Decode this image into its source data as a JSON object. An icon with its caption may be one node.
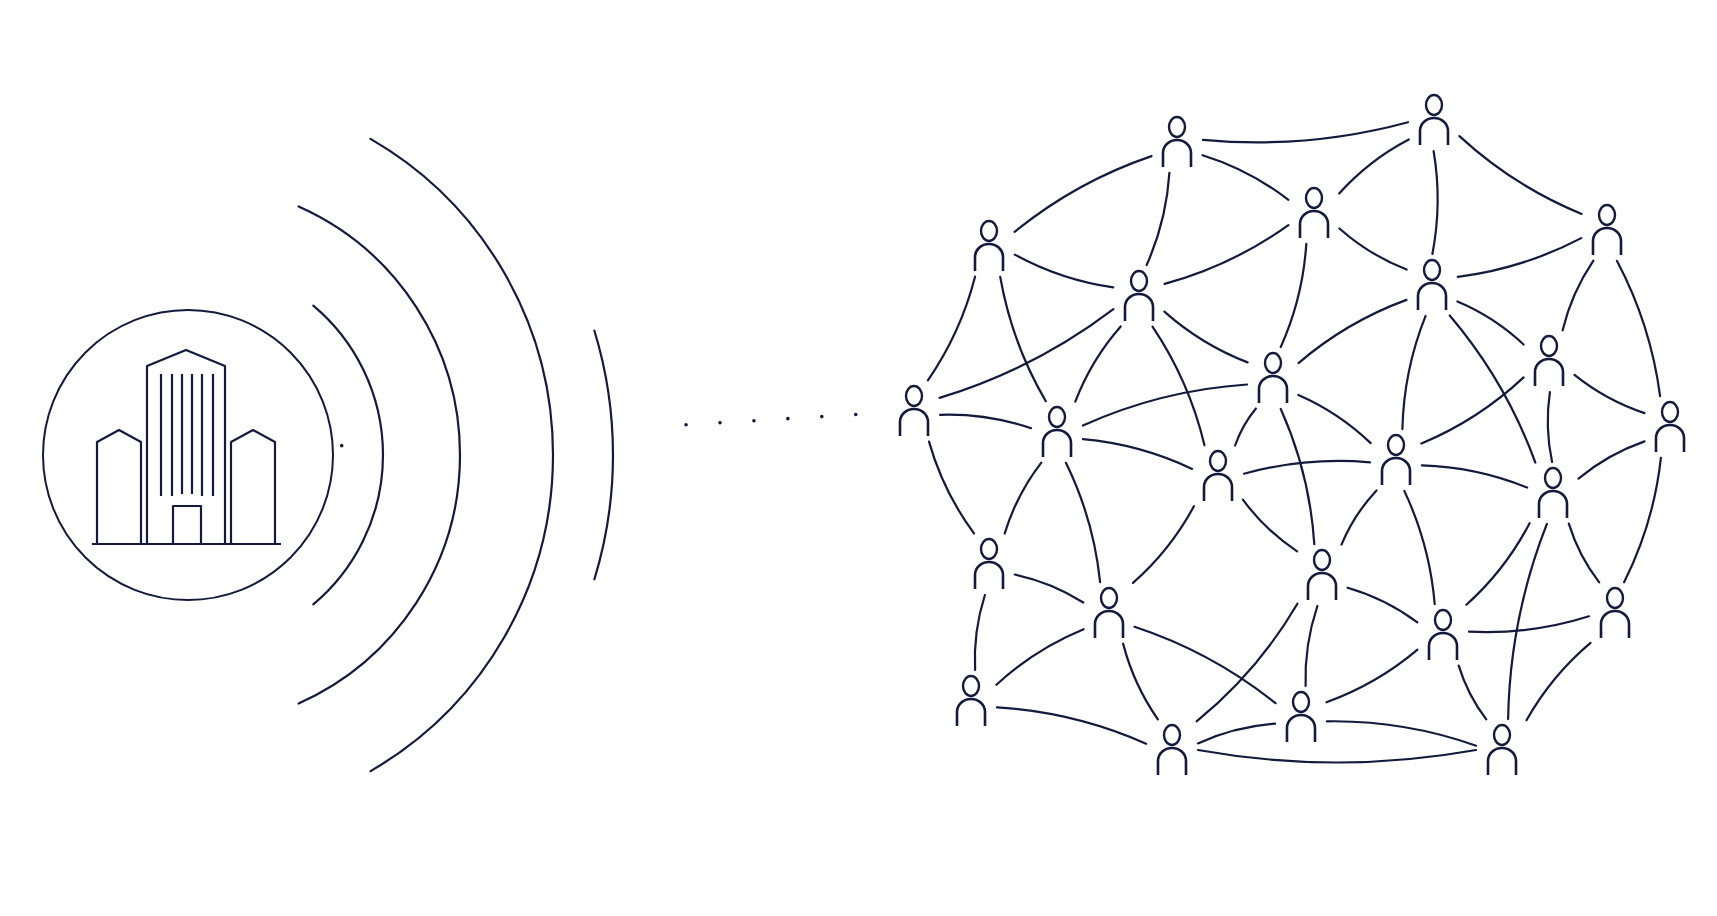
{
  "diagram": {
    "nodes": [
      {
        "text": [],
        "shape": "circle"
      },
      {
        "text": [],
        "shape": "person"
      },
      {
        "text": [],
        "shape": "person"
      },
      {
        "text": [],
        "shape": "person"
      },
      {
        "text": [],
        "shape": "person"
      },
      {
        "text": [],
        "shape": "person"
      },
      {
        "text": [],
        "shape": "person"
      },
      {
        "text": [],
        "shape": "person"
      },
      {
        "text": [],
        "shape": "person"
      },
      {
        "text": [],
        "shape": "person"
      },
      {
        "text": [],
        "shape": "person"
      },
      {
        "text": [],
        "shape": "person"
      },
      {
        "text": [],
        "shape": "person"
      },
      {
        "text": [],
        "shape": "person"
      },
      {
        "text": [],
        "shape": "person"
      },
      {
        "text": [],
        "shape": "person"
      },
      {
        "text": [],
        "shape": "person"
      },
      {
        "text": [],
        "shape": "person"
      },
      {
        "text": [],
        "shape": "person"
      },
      {
        "text": [],
        "shape": "person"
      },
      {
        "text": [],
        "shape": "person"
      },
      {
        "text": [],
        "shape": "person"
      },
      {
        "text": [],
        "shape": "person"
      },
      {
        "text": [],
        "shape": "person"
      },
      {
        "text": [],
        "shape": "person"
      }
    ],
    "edges": [
      {
        "from": 0,
        "to": 10,
        "arrow": "none",
        "style": "dashed"
      },
      {
        "from": 1,
        "to": 2,
        "arrow": "none"
      },
      {
        "from": 1,
        "to": 3,
        "arrow": "none"
      },
      {
        "from": 1,
        "to": 4,
        "arrow": "none"
      },
      {
        "from": 1,
        "to": 6,
        "arrow": "none"
      },
      {
        "from": 2,
        "to": 3,
        "arrow": "none"
      },
      {
        "from": 2,
        "to": 7,
        "arrow": "none"
      },
      {
        "from": 2,
        "to": 5,
        "arrow": "none"
      },
      {
        "from": 3,
        "to": 6,
        "arrow": "none"
      },
      {
        "from": 3,
        "to": 7,
        "arrow": "none"
      },
      {
        "from": 3,
        "to": 8,
        "arrow": "none"
      },
      {
        "from": 4,
        "to": 6,
        "arrow": "none"
      },
      {
        "from": 4,
        "to": 10,
        "arrow": "none"
      },
      {
        "from": 4,
        "to": 11,
        "arrow": "none"
      },
      {
        "from": 5,
        "to": 7,
        "arrow": "none"
      },
      {
        "from": 5,
        "to": 9,
        "arrow": "none"
      },
      {
        "from": 5,
        "to": 12,
        "arrow": "none"
      },
      {
        "from": 6,
        "to": 8,
        "arrow": "none"
      },
      {
        "from": 6,
        "to": 10,
        "arrow": "none"
      },
      {
        "from": 6,
        "to": 11,
        "arrow": "none"
      },
      {
        "from": 6,
        "to": 14,
        "arrow": "none"
      },
      {
        "from": 7,
        "to": 8,
        "arrow": "none"
      },
      {
        "from": 7,
        "to": 9,
        "arrow": "none"
      },
      {
        "from": 7,
        "to": 13,
        "arrow": "none"
      },
      {
        "from": 7,
        "to": 15,
        "arrow": "none"
      },
      {
        "from": 8,
        "to": 11,
        "arrow": "none"
      },
      {
        "from": 8,
        "to": 13,
        "arrow": "none"
      },
      {
        "from": 8,
        "to": 14,
        "arrow": "none"
      },
      {
        "from": 8,
        "to": 17,
        "arrow": "none"
      },
      {
        "from": 9,
        "to": 12,
        "arrow": "none"
      },
      {
        "from": 9,
        "to": 13,
        "arrow": "none"
      },
      {
        "from": 9,
        "to": 15,
        "arrow": "none"
      },
      {
        "from": 10,
        "to": 11,
        "arrow": "none"
      },
      {
        "from": 10,
        "to": 16,
        "arrow": "none"
      },
      {
        "from": 11,
        "to": 14,
        "arrow": "none"
      },
      {
        "from": 11,
        "to": 16,
        "arrow": "none"
      },
      {
        "from": 11,
        "to": 18,
        "arrow": "none"
      },
      {
        "from": 12,
        "to": 15,
        "arrow": "none"
      },
      {
        "from": 12,
        "to": 19,
        "arrow": "none"
      },
      {
        "from": 13,
        "to": 14,
        "arrow": "none"
      },
      {
        "from": 13,
        "to": 15,
        "arrow": "none"
      },
      {
        "from": 13,
        "to": 17,
        "arrow": "none"
      },
      {
        "from": 13,
        "to": 20,
        "arrow": "none"
      },
      {
        "from": 14,
        "to": 17,
        "arrow": "none"
      },
      {
        "from": 14,
        "to": 18,
        "arrow": "none"
      },
      {
        "from": 15,
        "to": 19,
        "arrow": "none"
      },
      {
        "from": 15,
        "to": 20,
        "arrow": "none"
      },
      {
        "from": 15,
        "to": 24,
        "arrow": "none"
      },
      {
        "from": 16,
        "to": 18,
        "arrow": "none"
      },
      {
        "from": 16,
        "to": 21,
        "arrow": "none"
      },
      {
        "from": 17,
        "to": 20,
        "arrow": "none"
      },
      {
        "from": 17,
        "to": 22,
        "arrow": "none"
      },
      {
        "from": 17,
        "to": 23,
        "arrow": "none"
      },
      {
        "from": 18,
        "to": 21,
        "arrow": "none"
      },
      {
        "from": 18,
        "to": 22,
        "arrow": "none"
      },
      {
        "from": 18,
        "to": 23,
        "arrow": "none"
      },
      {
        "from": 19,
        "to": 20,
        "arrow": "none"
      },
      {
        "from": 19,
        "to": 24,
        "arrow": "none"
      },
      {
        "from": 20,
        "to": 22,
        "arrow": "none"
      },
      {
        "from": 20,
        "to": 24,
        "arrow": "none"
      },
      {
        "from": 21,
        "to": 23,
        "arrow": "none"
      },
      {
        "from": 22,
        "to": 23,
        "arrow": "none"
      },
      {
        "from": 22,
        "to": 24,
        "arrow": "none"
      },
      {
        "from": 23,
        "to": 24,
        "arrow": "none"
      }
    ]
  }
}
